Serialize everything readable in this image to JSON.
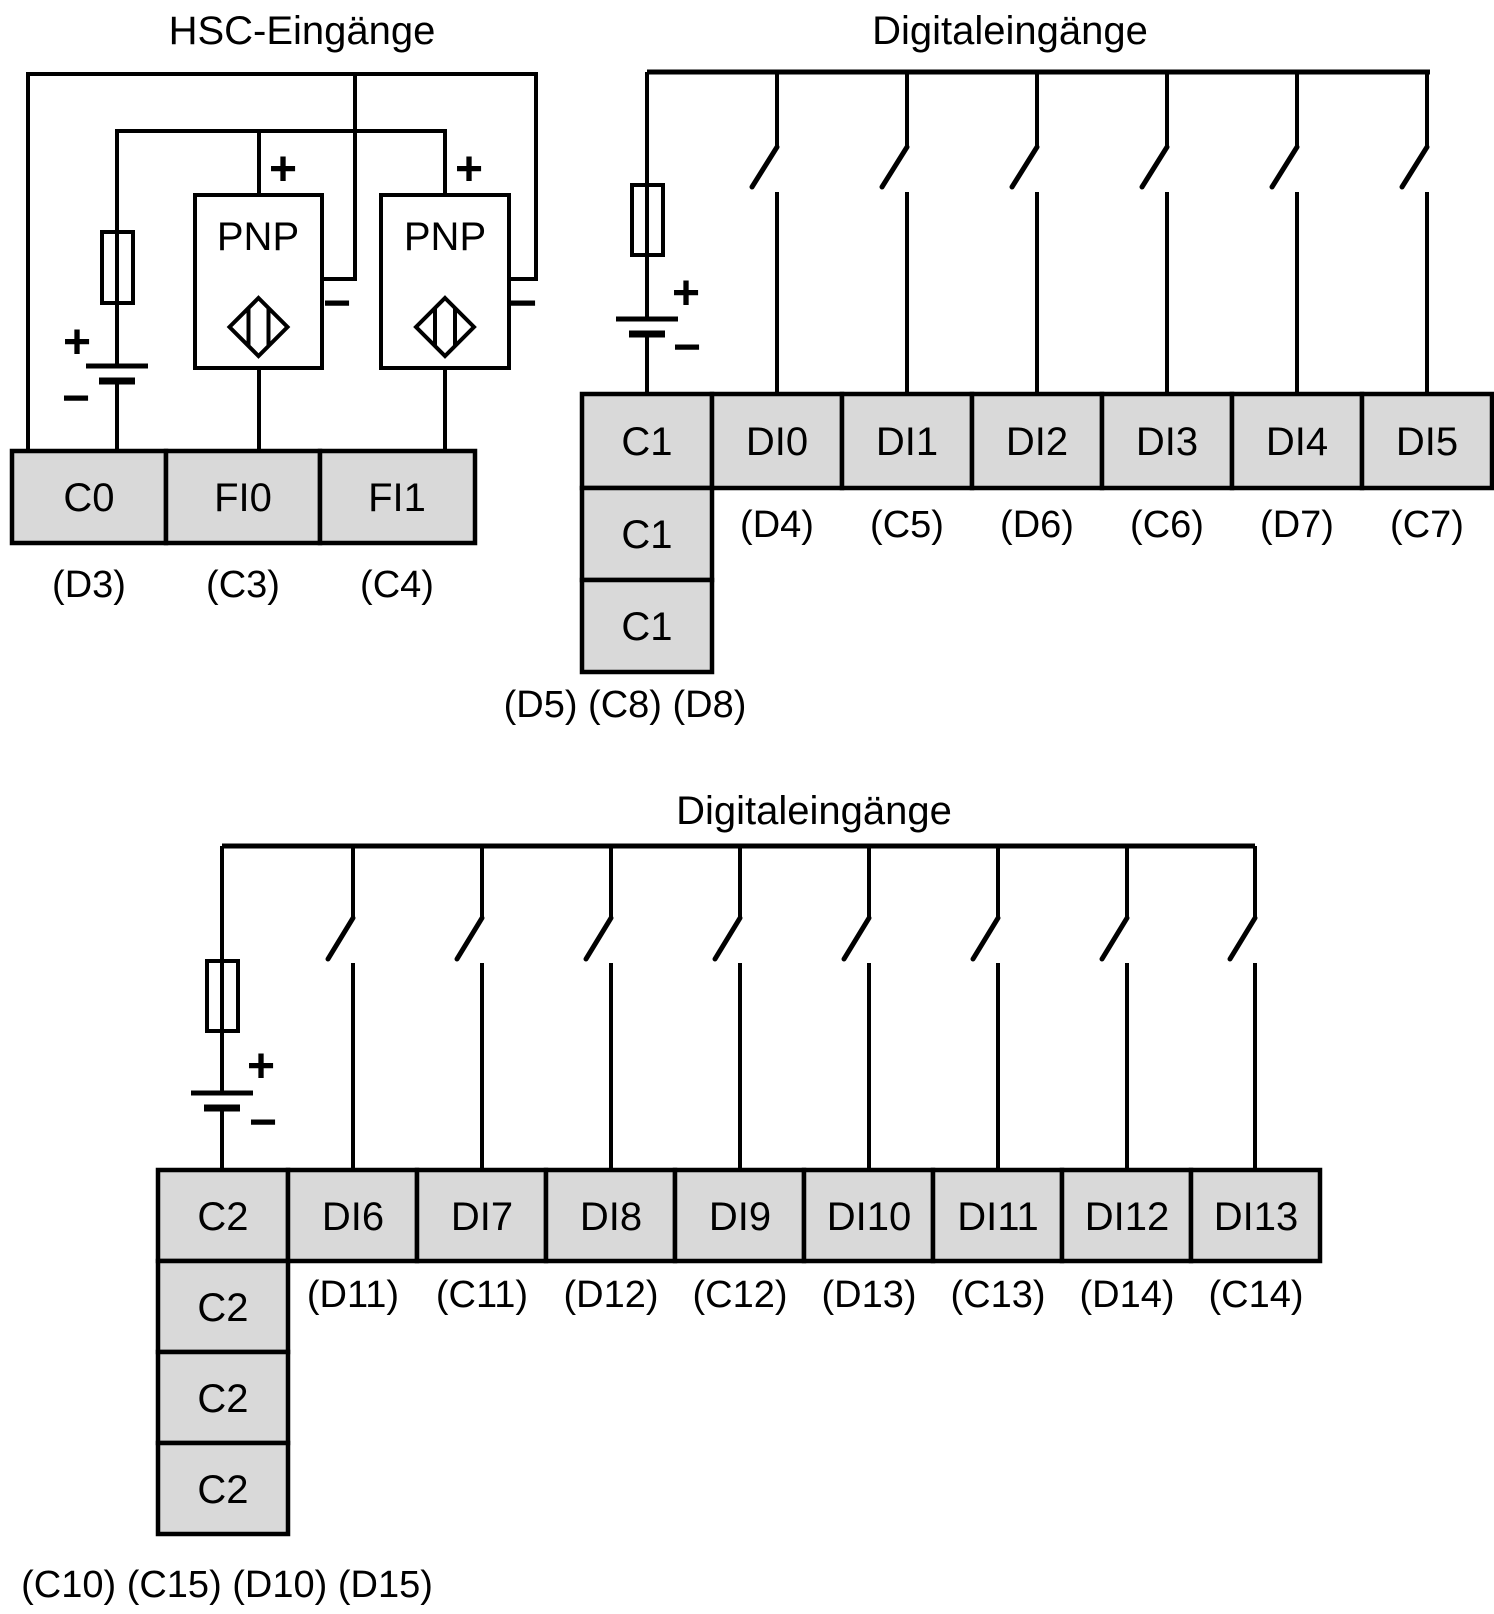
{
  "signs": {
    "plus": "+",
    "minus": "−"
  },
  "colors": {
    "terminal_fill": "#d9d9d9",
    "line": "#000000",
    "background": "#ffffff"
  },
  "sections": {
    "hsc": {
      "title": "HSC-Eingänge",
      "sensor_label": "PNP",
      "terminals": [
        {
          "label": "C0",
          "sub": "(D3)"
        },
        {
          "label": "FI0",
          "sub": "(C3)"
        },
        {
          "label": "FI1",
          "sub": "(C4)"
        }
      ]
    },
    "digital1": {
      "title": "Digitaleingänge",
      "common": {
        "label": "C1",
        "stack": [
          "C1",
          "C1"
        ],
        "bottom_note": "(D5) (C8) (D8)"
      },
      "terminals": [
        {
          "label": "DI0",
          "sub": "(D4)"
        },
        {
          "label": "DI1",
          "sub": "(C5)"
        },
        {
          "label": "DI2",
          "sub": "(D6)"
        },
        {
          "label": "DI3",
          "sub": "(C6)"
        },
        {
          "label": "DI4",
          "sub": "(D7)"
        },
        {
          "label": "DI5",
          "sub": "(C7)"
        }
      ]
    },
    "digital2": {
      "title": "Digitaleingänge",
      "common": {
        "label": "C2",
        "stack": [
          "C2",
          "C2",
          "C2"
        ],
        "bottom_note": "(C10) (C15) (D10) (D15)"
      },
      "terminals": [
        {
          "label": "DI6",
          "sub": "(D11)"
        },
        {
          "label": "DI7",
          "sub": "(C11)"
        },
        {
          "label": "DI8",
          "sub": "(D12)"
        },
        {
          "label": "DI9",
          "sub": "(C12)"
        },
        {
          "label": "DI10",
          "sub": "(D13)"
        },
        {
          "label": "DI11",
          "sub": "(C13)"
        },
        {
          "label": "DI12",
          "sub": "(D14)"
        },
        {
          "label": "DI13",
          "sub": "(C14)"
        }
      ]
    }
  }
}
